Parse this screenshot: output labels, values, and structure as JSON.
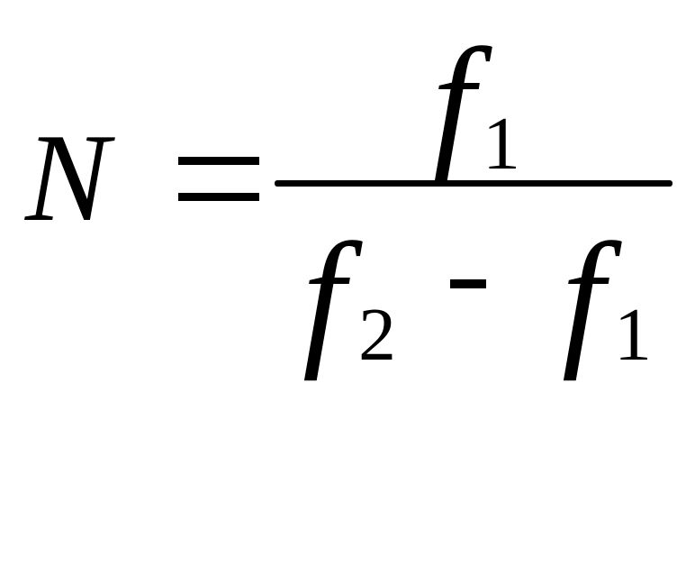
{
  "equation": {
    "lhs": "N",
    "relation": "=",
    "numerator": {
      "variable": "f",
      "subscript": "1"
    },
    "denominator": {
      "left": {
        "variable": "f",
        "subscript": "2"
      },
      "operator": "-",
      "right": {
        "variable": "f",
        "subscript": "1"
      }
    }
  }
}
